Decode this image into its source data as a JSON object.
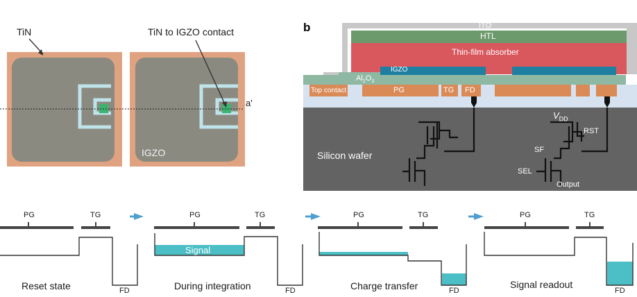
{
  "panel_a": {
    "label_tin": "TiN",
    "label_contact": "TiN to IGZO contact",
    "label_igzo": "IGZO",
    "label_a_prime": "a'"
  },
  "panel_b": {
    "panel_letter": "b",
    "layers": {
      "ito": "ITO",
      "htl": "HTL",
      "absorber": "Thin-film absorber",
      "igzo": "IGZO",
      "al2o3_main": "Al",
      "al2o3_sub2": "2",
      "al2o3_o": "O",
      "al2o3_sub3": "3",
      "top_contact": "Top contact",
      "pg": "PG",
      "tg": "TG",
      "fd": "FD",
      "silicon": "Silicon wafer"
    },
    "circuit": {
      "vdd_v": "V",
      "vdd_sub": "DD",
      "rst": "RST",
      "sf": "SF",
      "sel": "SEL",
      "output": "Output"
    }
  },
  "panel_c": {
    "stages": [
      {
        "pg": "PG",
        "tg": "TG",
        "fd": "FD",
        "caption": "Reset state"
      },
      {
        "pg": "PG",
        "tg": "TG",
        "fd": "FD",
        "caption": "During integration",
        "signal": "Signal"
      },
      {
        "pg": "PG",
        "tg": "TG",
        "fd": "FD",
        "caption": "Charge transfer"
      },
      {
        "pg": "PG",
        "tg": "TG",
        "fd": "FD",
        "caption": "Signal readout"
      }
    ]
  },
  "colors": {
    "tin": "#e0a381",
    "igzo": "#8b8a80",
    "contact": "#3cb371",
    "ring": "#bfe3ea",
    "ito": "#c8c8c8",
    "htl": "#6d9a6d",
    "absorber": "#d9585e",
    "igzo_layer": "#1f7fa0",
    "al2o3": "#8fb8a3",
    "contact_orange": "#d98a57",
    "substrate_light": "#d6e2ef",
    "silicon": "#636363",
    "teal": "#4bbfc5",
    "arrow": "#4f9fcf"
  }
}
